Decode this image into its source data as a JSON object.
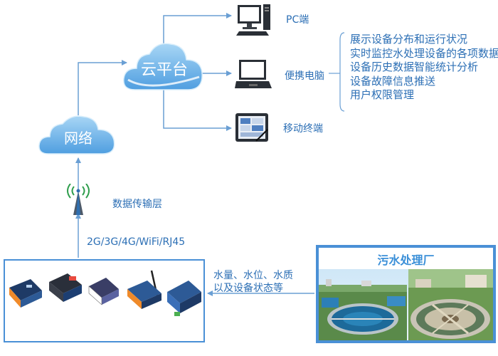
{
  "cloud_platform": {
    "label": "云平台"
  },
  "network": {
    "label": "网络"
  },
  "terminals": {
    "pc": {
      "label": "PC端",
      "icon": "desktop-pc-icon"
    },
    "laptop": {
      "label": "便携电脑",
      "icon": "laptop-icon"
    },
    "mobile": {
      "label": "移动终端",
      "icon": "tablet-terminal-icon"
    }
  },
  "features": [
    "展示设备分布和运行状况",
    "实时监控水处理设备的各项数据",
    "设备历史数据智能统计分析",
    "设备故障信息推送",
    "用户权限管理"
  ],
  "transport": {
    "layer_label": "数据传输层",
    "protocols": "2G/3G/4G/WiFi/RJ45",
    "icon": "antenna-tower-icon"
  },
  "data_flow": {
    "line1": "水量、水位、水质",
    "line2": "以及设备状态等"
  },
  "plant": {
    "title": "污水处理厂"
  },
  "colors": {
    "line": "#6a9fd4",
    "cloud_top": "#9fd0f2",
    "cloud_bottom": "#4f9ee0",
    "text": "#2c6fb5",
    "border": "#4a90d6"
  }
}
